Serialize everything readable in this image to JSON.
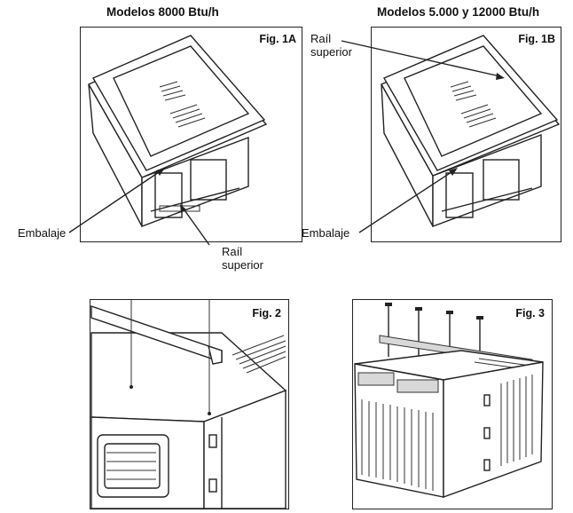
{
  "headings": {
    "left": "Modelos 8000 Btu/h",
    "right": "Modelos 5.000 y 12000 Btu/h"
  },
  "figures": {
    "fig1a": {
      "label": "Fig. 1A",
      "callout_packaging": "Embalaje",
      "callout_rail_line1": "Raíl",
      "callout_rail_line2": "superior"
    },
    "fig1b": {
      "label": "Fig. 1B",
      "callout_rail_line1": "Raíl",
      "callout_rail_line2": "superior",
      "callout_packaging": "Embalaje"
    },
    "fig2": {
      "label": "Fig. 2"
    },
    "fig3": {
      "label": "Fig. 3"
    }
  }
}
